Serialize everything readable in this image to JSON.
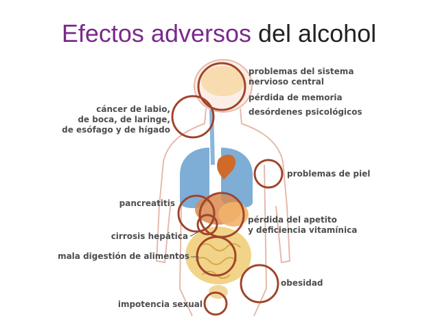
{
  "title": {
    "highlight": "Efectos adversos",
    "rest": "del alcohol"
  },
  "labels": {
    "snc_1": "problemas del sistema",
    "snc_2": "nervioso central",
    "memoria": "pérdida de memoria",
    "psico": "desórdenes psicológicos",
    "cancer_1": "cáncer de labio,",
    "cancer_2": "de boca, de laringe,",
    "cancer_3": "de esófago y de hígado",
    "piel": "problemas de piel",
    "pancreatitis": "pancreatitis",
    "apetito_1": "pérdida del apetito",
    "apetito_2": "y deficiencia vitamínica",
    "cirrosis": "cirrosis hepática",
    "digestion": "mala digestión de alimentos",
    "obesidad": "obesidad",
    "impotencia": "impotencia sexual"
  },
  "colors": {
    "title_highlight": "#7a2a8a",
    "title_text": "#222222",
    "circle_stroke": "#a0442a",
    "label_text": "#4d4d4d",
    "lungs": "#7eaed6",
    "liver": "#d98a4e",
    "intestines": "#f0cf7a",
    "brain": "#f6d9a8"
  }
}
